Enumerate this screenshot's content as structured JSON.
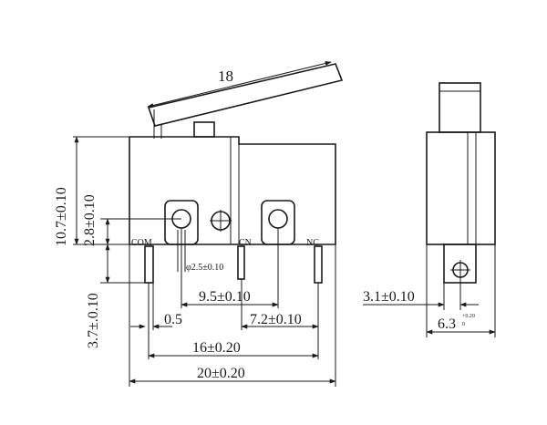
{
  "front_view": {
    "lever_length": "18",
    "body_height": "10.7±0.10",
    "mounting_hole_height": "2.8±0.10",
    "pin_height": "3.7±.0.10",
    "pin_com_label": "COM",
    "pin_cn_label": "CN",
    "pin_nc_label": "NC",
    "hole_diameter": "φ2.5±0.10",
    "hole_spacing": "9.5±0.10",
    "pin_offset": "0.5",
    "nc_spacing": "7.2±0.10",
    "outer_pin_spacing": "16±0.20",
    "body_width": "20±0.20"
  },
  "side_view": {
    "hole_offset": "3.1±0.10",
    "width_main": "6.3",
    "width_tolerance_upper": "+0.20",
    "width_tolerance_lower": "0"
  }
}
